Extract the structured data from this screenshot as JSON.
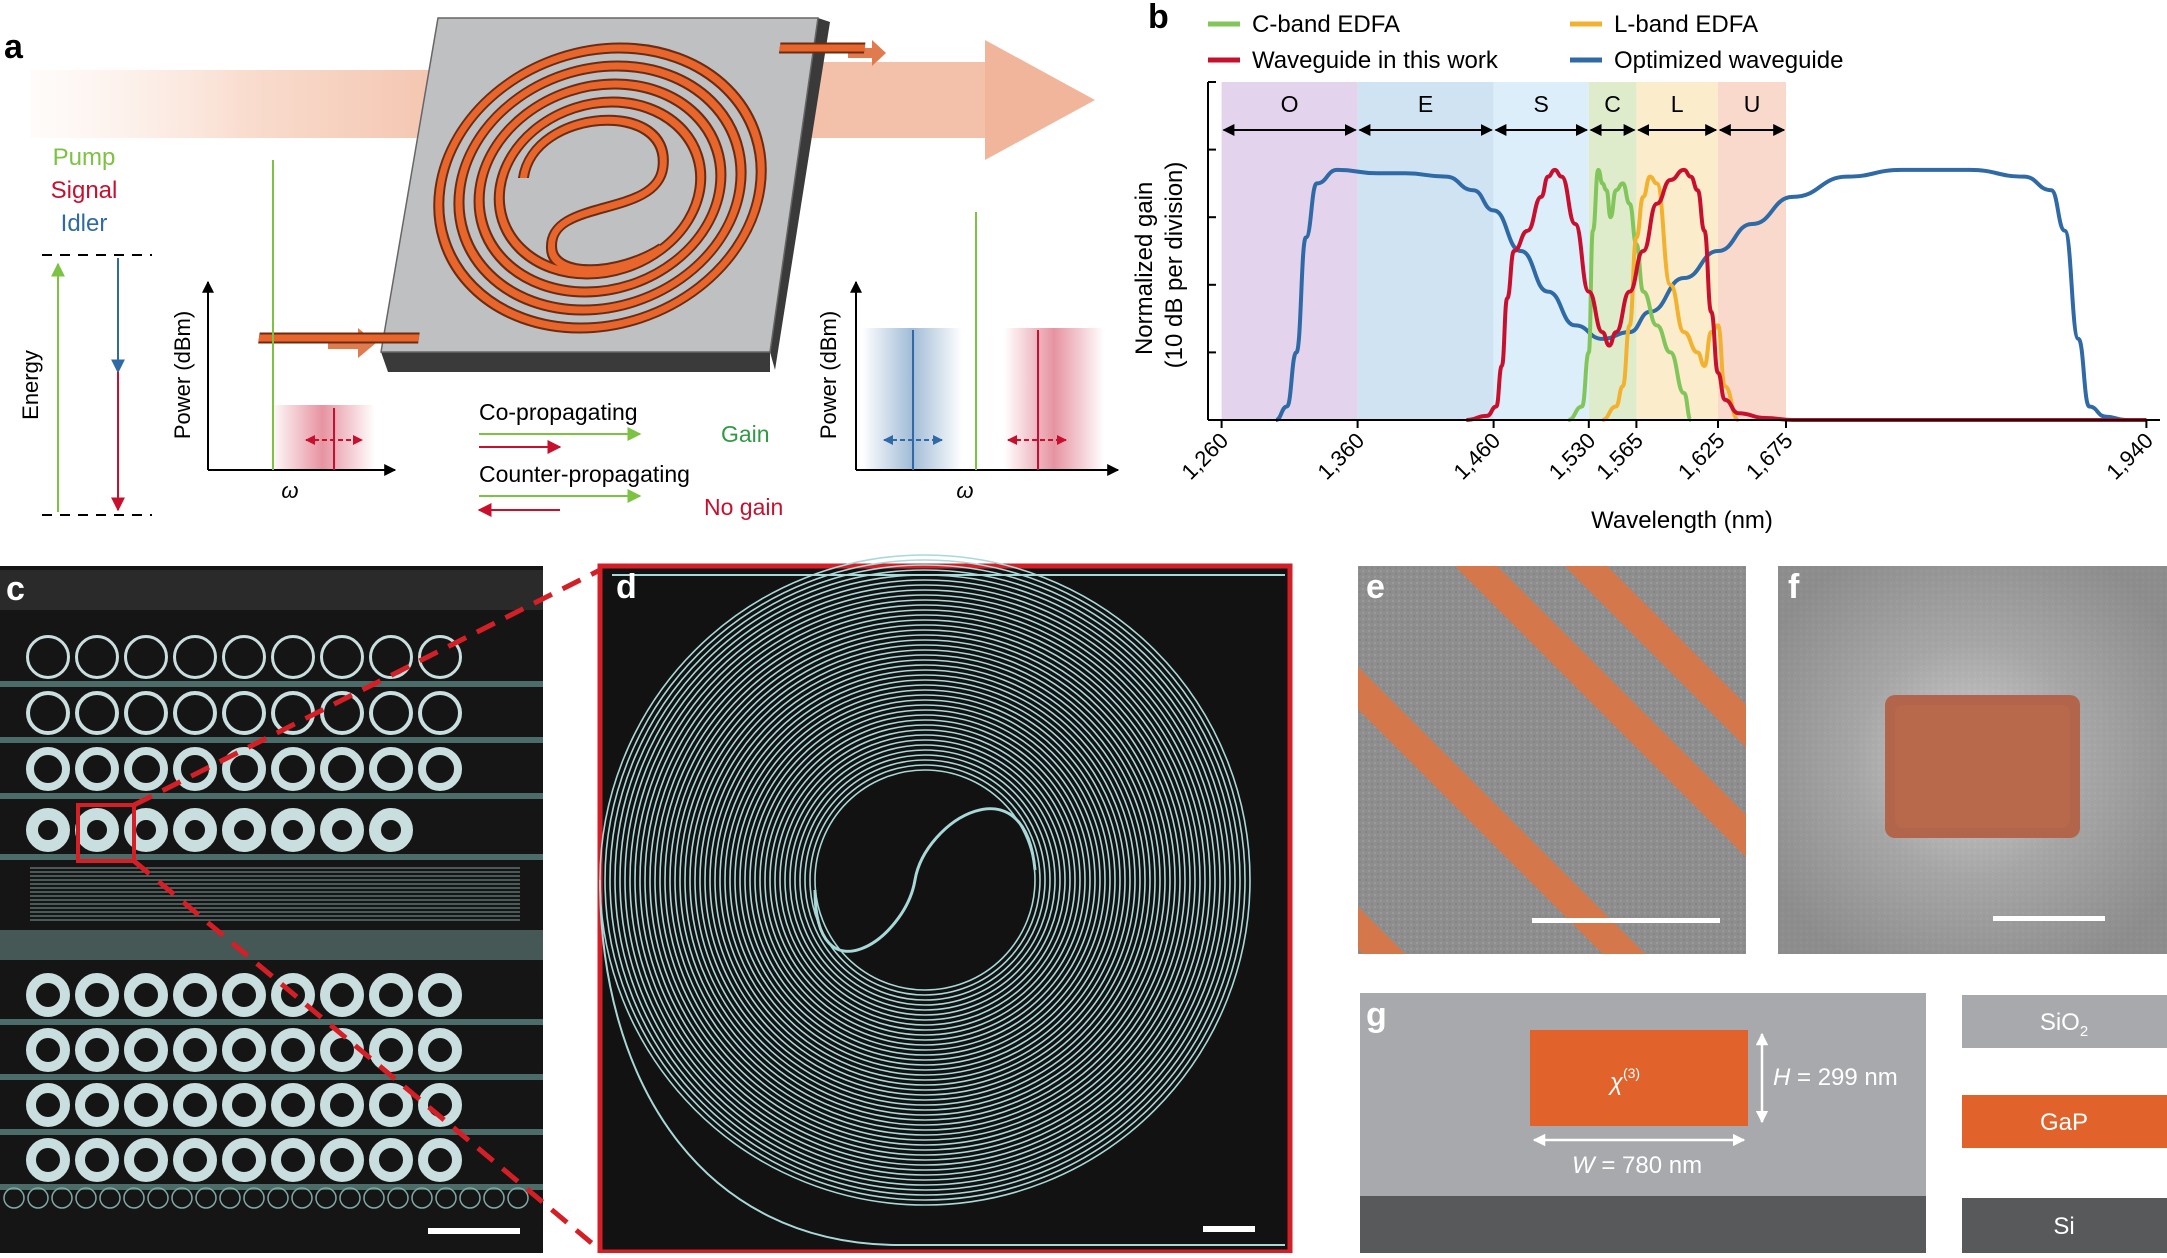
{
  "panels": {
    "a": "a",
    "b": "b",
    "c": "c",
    "d": "d",
    "e": "e",
    "f": "f",
    "g": "g"
  },
  "panel_a": {
    "legend": {
      "pump": "Pump",
      "signal": "Signal",
      "idler": "Idler"
    },
    "energy_label": "Energy",
    "power_label_left": "Power (dBm)",
    "power_label_right": "Power (dBm)",
    "omega_left": "ω",
    "omega_right": "ω",
    "co_propagating": "Co-propagating",
    "counter_propagating": "Counter-propagating",
    "gain": "Gain",
    "no_gain": "No gain",
    "colors": {
      "pump": "#7dc242",
      "signal": "#c8102e",
      "idler": "#2f6aa6",
      "chip_waveguide": "#e8662b",
      "beam": "#f0b59a"
    }
  },
  "chart_data": {
    "type": "line",
    "title": "",
    "xlabel": "Wavelength (nm)",
    "ylabel": "Normalized gain (10 dB per division)",
    "x_ticks": [
      1260,
      1360,
      1460,
      1530,
      1565,
      1625,
      1675,
      1940
    ],
    "x_tick_labels": [
      "1,260",
      "1,360",
      "1,460",
      "1,530",
      "1,565",
      "1,625",
      "1,675",
      "1,940"
    ],
    "xlim": [
      1250,
      1950
    ],
    "ylim": [
      0,
      50
    ],
    "y_ticks": [
      10,
      20,
      30,
      40,
      50
    ],
    "bands": [
      {
        "name": "O",
        "from": 1260,
        "to": 1360,
        "color": "#e3d3ec"
      },
      {
        "name": "E",
        "from": 1360,
        "to": 1460,
        "color": "#cfe3f3"
      },
      {
        "name": "S",
        "from": 1460,
        "to": 1530,
        "color": "#dbeefa"
      },
      {
        "name": "C",
        "from": 1530,
        "to": 1565,
        "color": "#dfeccc"
      },
      {
        "name": "L",
        "from": 1565,
        "to": 1625,
        "color": "#fbeccb"
      },
      {
        "name": "U",
        "from": 1625,
        "to": 1675,
        "color": "#f8d9cc"
      }
    ],
    "series": [
      {
        "name": "C-band EDFA",
        "color": "#82c55b",
        "x": [
          1515,
          1525,
          1530,
          1533,
          1537,
          1540,
          1543,
          1546,
          1550,
          1555,
          1560,
          1565,
          1570,
          1580,
          1590,
          1600,
          1605
        ],
        "y": [
          0,
          2,
          10,
          28,
          37,
          35,
          34,
          30,
          34,
          35,
          32,
          26,
          19,
          14,
          10,
          4,
          0
        ]
      },
      {
        "name": "Waveguide in this work",
        "color": "#c8102e",
        "x": [
          1440,
          1455,
          1462,
          1466,
          1470,
          1475,
          1485,
          1495,
          1500,
          1505,
          1510,
          1520,
          1530,
          1540,
          1545,
          1550,
          1560,
          1570,
          1580,
          1590,
          1600,
          1605,
          1610,
          1615,
          1620,
          1625,
          1630,
          1640,
          1660,
          1680,
          1940
        ],
        "y": [
          0,
          0.6,
          2,
          8,
          18,
          25,
          28,
          33,
          36,
          37,
          36,
          29,
          19,
          13,
          11,
          13,
          19,
          25,
          32,
          35.5,
          37,
          36,
          34,
          28,
          16,
          7,
          3,
          1,
          0.3,
          0,
          0
        ]
      },
      {
        "name": "L-band EDFA",
        "color": "#f2b12f",
        "x": [
          1540,
          1550,
          1555,
          1560,
          1565,
          1570,
          1575,
          1580,
          1590,
          1600,
          1610,
          1615,
          1620,
          1625,
          1630,
          1640
        ],
        "y": [
          0,
          2,
          5,
          14,
          27,
          33,
          36,
          35,
          20,
          13,
          10,
          8,
          13,
          14,
          5,
          0
        ]
      },
      {
        "name": "Optimized waveguide",
        "color": "#2f6aa6",
        "x": [
          1300,
          1308,
          1315,
          1322,
          1330,
          1345,
          1375,
          1395,
          1425,
          1445,
          1460,
          1480,
          1500,
          1520,
          1540,
          1560,
          1575,
          1600,
          1625,
          1650,
          1680,
          1720,
          1760,
          1810,
          1850,
          1870,
          1880,
          1890,
          1898,
          1910,
          1925,
          1940
        ],
        "y": [
          0,
          2,
          10,
          27,
          35,
          37,
          36.5,
          36.5,
          36,
          34,
          31,
          25,
          19,
          14,
          12,
          13,
          16,
          21,
          25,
          29,
          33,
          36,
          37,
          37,
          36,
          34,
          28,
          12,
          2,
          0.5,
          0,
          0
        ]
      }
    ],
    "legend_position": "top"
  },
  "panel_g": {
    "chi": "χ",
    "chi_sup": "(3)",
    "h_var": "H",
    "h_value": " = 299 nm",
    "w_var": "W",
    "w_value": " = 780 nm",
    "legend": {
      "sio2": "SiO",
      "sio2_sub": "2",
      "gap": "GaP",
      "si": "Si"
    },
    "colors": {
      "sio2": "#a7a9ac",
      "gap": "#e1632b",
      "si": "#58595b"
    }
  }
}
